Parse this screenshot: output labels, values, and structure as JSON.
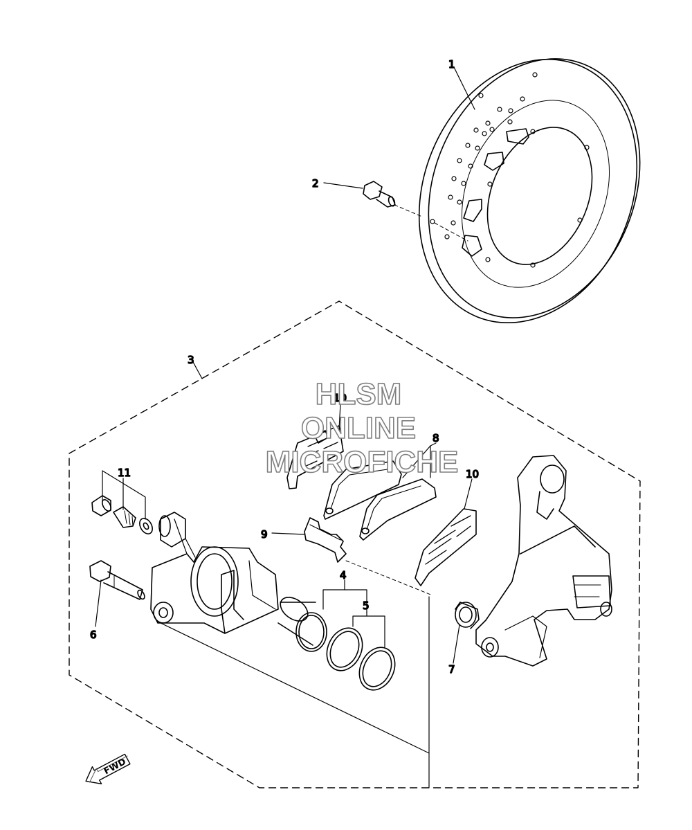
{
  "watermark": {
    "line1": "HLSM",
    "line2": "ONLINE",
    "line3": "MICROFICHE"
  },
  "callouts": {
    "c1": "1",
    "c2": "2",
    "c3": "3",
    "c4": "4",
    "c5": "5",
    "c6": "6",
    "c7": "7",
    "c8": "8",
    "c9": "9",
    "c10a": "10",
    "c10b": "10",
    "c11": "11"
  },
  "direction_label": "FWD"
}
